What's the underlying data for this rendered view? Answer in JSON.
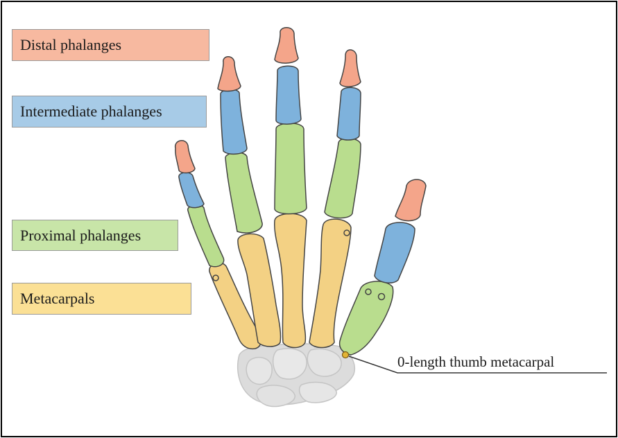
{
  "labels": {
    "distal": "Distal phalanges",
    "intermediate": "Intermediate phalanges",
    "proximal": "Proximal phalanges",
    "metacarpals": "Metacarpals",
    "thumb_metacarpal": "0-length thumb metacarpal"
  },
  "colors": {
    "distal": "#f4a58a",
    "intermediate": "#7eb2dc",
    "proximal": "#b9dd8e",
    "metacarpal": "#f3d184",
    "carpal": "#d9d9d9",
    "outline": "#444444",
    "label_distal_bg": "#f7b9a0",
    "label_intermediate_bg": "#a7cbe7",
    "label_proximal_bg": "#c8e5a8",
    "label_metacarpal_bg": "#fbe095"
  }
}
